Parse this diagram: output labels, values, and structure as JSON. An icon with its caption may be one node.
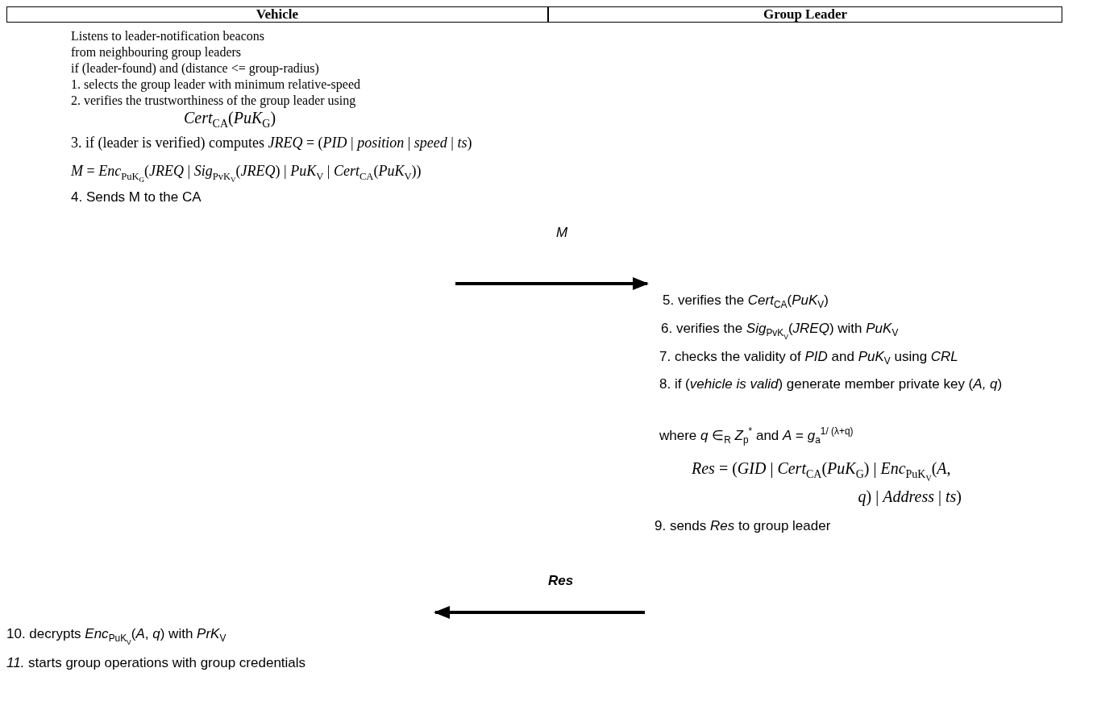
{
  "diagram": {
    "labels": [
      "Vehicle",
      "Group Leader",
      "Listens to leader-notification beacons",
      "from neighbouring group leaders",
      "if (leader-found) and (distance <= group-radius)",
      "1. selects the group leader with minimum relative-speed",
      "2. verifies the trustworthiness of the group leader using",
      "*Cert*$_{CA}$(*PuK*$_{G}$)",
      "3. if (leader is verified) computes  *JREQ* = (*PID* | *position* | *speed* | *ts*)",
      "*M* = *Enc*$_{PuK}$$_{G}$(*JREQ* | *Sig*$_{PvK}$$_{V}$(*JREQ*) | *PuK*$_{V}$ | *Cert*$_{CA}$(*PuK*$_{V}$))",
      "4. Sends M to the CA",
      "M",
      "5. verifies the *Cert*$_{CA}$(*PuK*$_{V}$)",
      "6. verifies the *Sig*$_{PvK}$$_{V}$(*JREQ*) with *PuK*$_{V}$",
      "7. checks the validity of *PID* and *PuK*$_{V}$ using *CRL*",
      "8. if (*vehicle is valid*) generate member private key (*A, q*)",
      "where *q* ∈$_{R}$ *Z*$_{p}$$^{*}$ and *A* = *g*$_{a}$$^{1/ (λ+q)}$",
      "*Res* = (*GID* | *Cert*$_{CA}$(*PuK*$_{G}$) | *Enc*$_{PuK}$$_{V}$(*A*, *q*) | *Address* | *ts*)",
      "9. sends *Res* to group leader",
      "Res",
      "10. decrypts *Enc*$_{PuK}$$_{V}$(*A*, *q*) with *PrK*$_{V}$",
      "*11.* starts group operations with group credentials"
    ]
  }
}
